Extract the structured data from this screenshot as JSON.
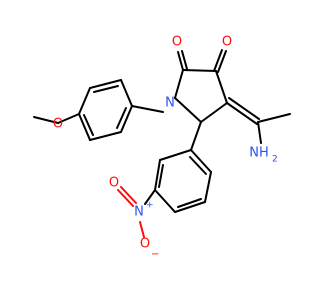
{
  "molecule": {
    "labels": {
      "methoxy_o": "O",
      "ring_n": "N",
      "carbonyl_o_1": "O",
      "carbonyl_o_2": "O",
      "amine": "NH",
      "amine_h2": "2",
      "nitro_n": "N",
      "nitro_n_plus": "+",
      "nitro_o_top": "O",
      "nitro_o_bottom": "O",
      "nitro_o_minus": "−"
    },
    "colors": {
      "carbon_bond": "#000000",
      "oxygen": "#ff0d0d",
      "nitrogen": "#3050f8"
    }
  }
}
